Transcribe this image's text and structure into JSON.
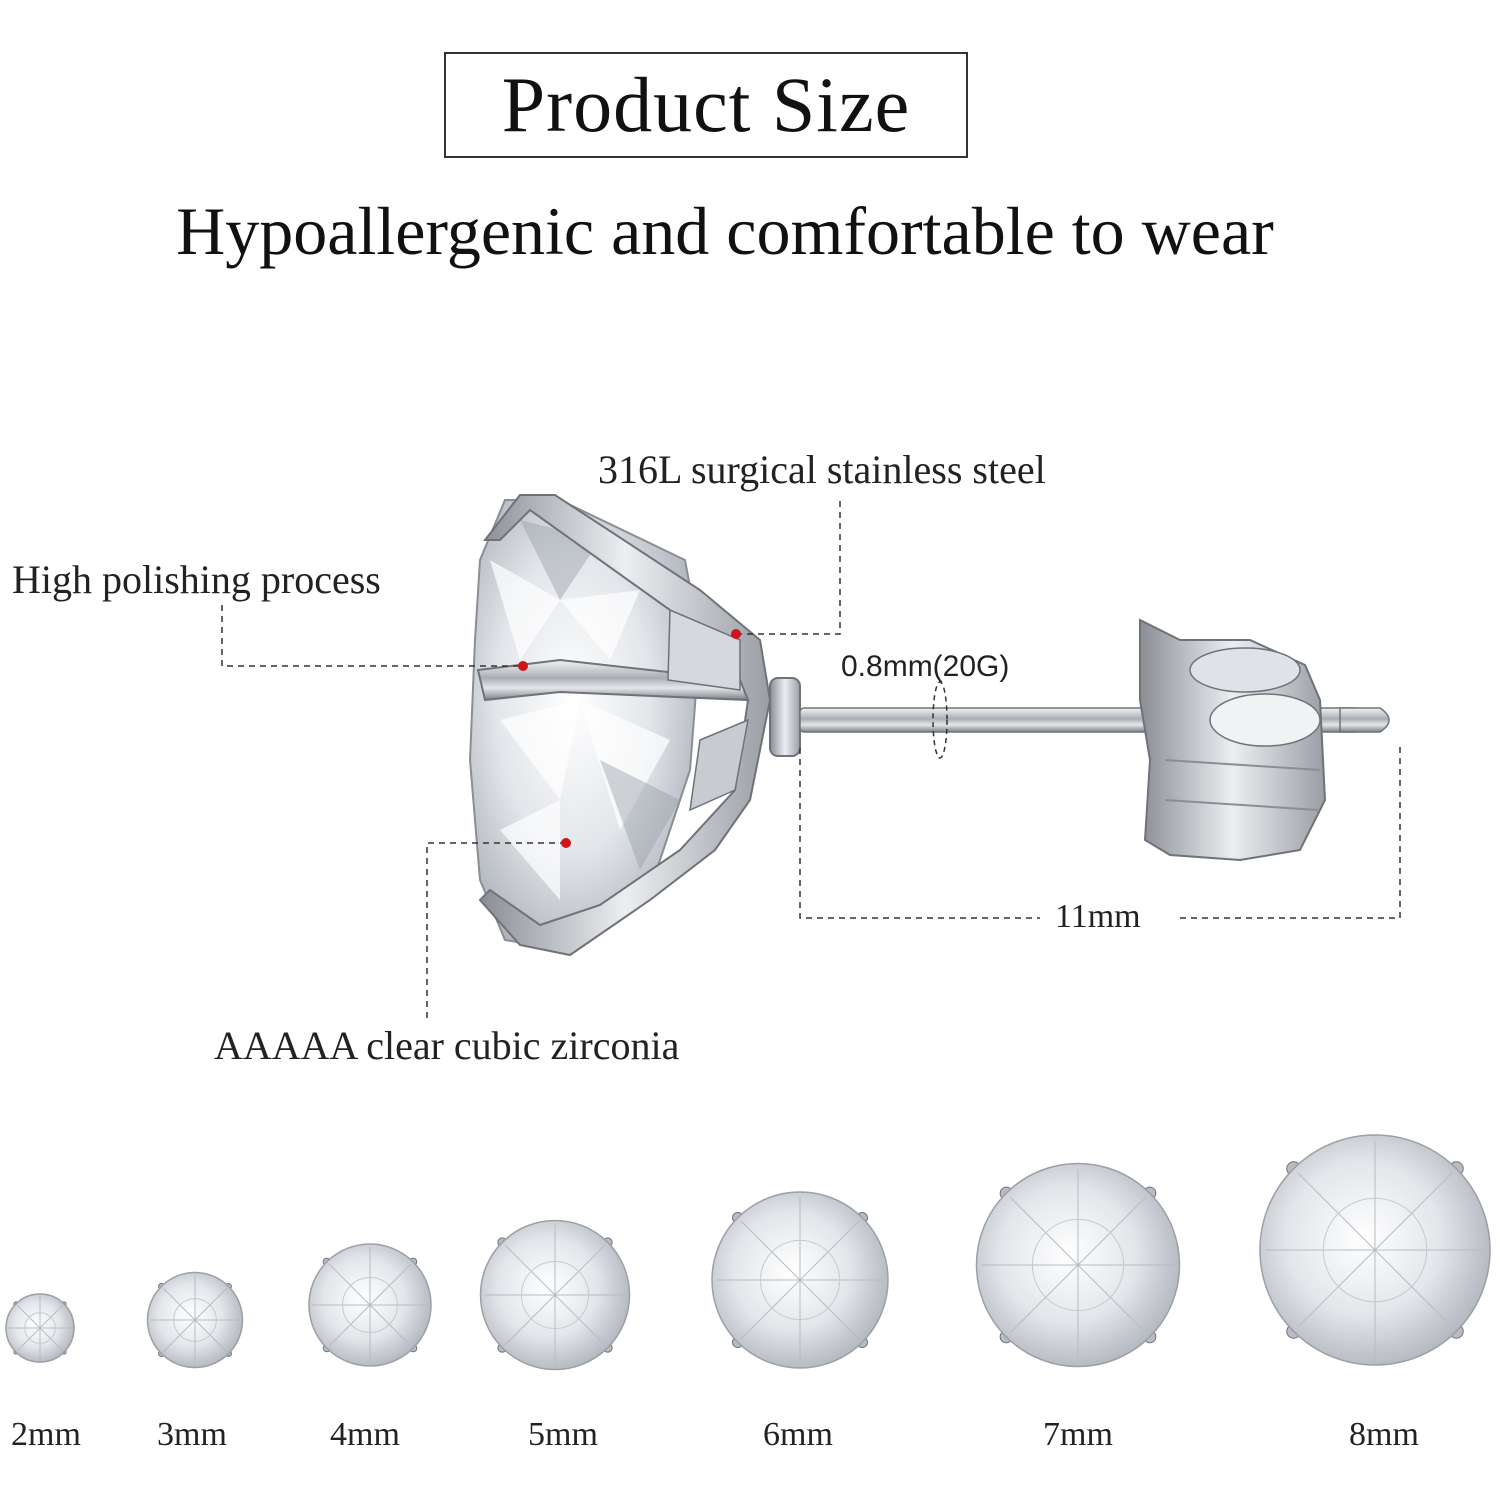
{
  "header": {
    "title": "Product Size",
    "subtitle": "Hypoallergenic and comfortable to wear"
  },
  "callouts": {
    "steel": "316L surgical stainless steel",
    "polish": "High polishing process",
    "zirconia": "AAAAA clear cubic zirconia",
    "pin_gauge": "0.8mm(20G)",
    "pin_length": "11mm"
  },
  "sizes": [
    {
      "label": "2mm",
      "mm": 2
    },
    {
      "label": "3mm",
      "mm": 3
    },
    {
      "label": "4mm",
      "mm": 4
    },
    {
      "label": "5mm",
      "mm": 5
    },
    {
      "label": "6mm",
      "mm": 6
    },
    {
      "label": "7mm",
      "mm": 7
    },
    {
      "label": "8mm",
      "mm": 8
    }
  ],
  "colors": {
    "marker": "#d0141c",
    "metal": "#b9bcc2",
    "metal_dark": "#6f7379",
    "stone": "#e9ecef",
    "leader": "#333333"
  }
}
